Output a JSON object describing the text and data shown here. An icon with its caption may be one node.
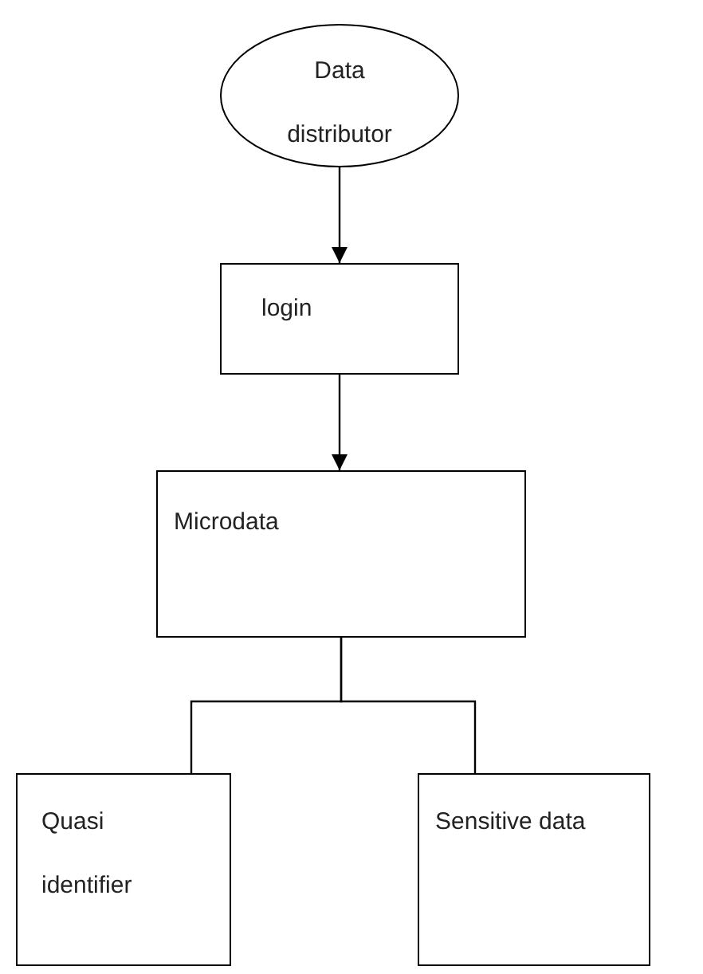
{
  "diagram": {
    "nodes": [
      {
        "text": [
          "Data distributor"
        ]
      },
      {
        "text": [
          "login"
        ]
      },
      {
        "text": [
          "Microdata"
        ]
      },
      {
        "text": [
          "Quasi identifier"
        ]
      },
      {
        "text": [
          "Sensitive data"
        ]
      }
    ],
    "edges": [
      {
        "from": 0,
        "to": 1,
        "arrow": "to"
      },
      {
        "from": 1,
        "to": 2,
        "arrow": "to"
      },
      {
        "from": 2,
        "to": 3,
        "arrow": "none"
      },
      {
        "from": 2,
        "to": 4,
        "arrow": "none"
      }
    ]
  }
}
